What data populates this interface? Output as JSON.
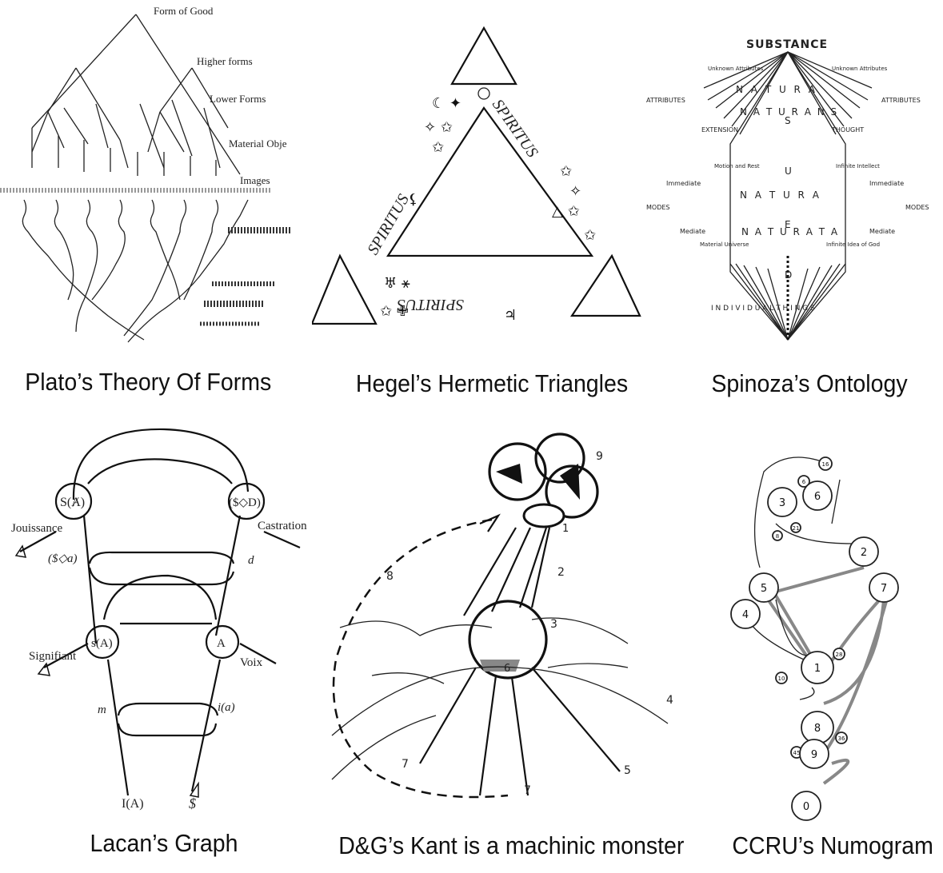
{
  "captions": {
    "plato": "Plato’s Theory Of Forms",
    "hegel": "Hegel’s Hermetic Triangles",
    "spinoza": "Spinoza’s Ontology",
    "lacan": "Lacan’s Graph",
    "dg": "D&G’s Kant is a machinic monster",
    "ccru": "CCRU’s Numogram"
  },
  "plato": {
    "levels": [
      "Form of Good",
      "Higher forms",
      "Lower Forms",
      "Material Obje",
      "Images"
    ]
  },
  "hegel": {
    "spiritus": "SPIRITUS"
  },
  "spinoza": {
    "substance": "SUBSTANCE",
    "attributes_left": "ATTRIBUTES",
    "attributes_right": "ATTRIBUTES",
    "unknown_left": "Unknown Attributes",
    "unknown_right": "Unknown Attributes",
    "natura_top": "N A T U R A",
    "naturans": "N A T U R A N S",
    "extension": "EXTENSION",
    "thought": "THOUGHT",
    "motion": "Motion and Rest",
    "infinite_intellect": "Infinite Intellect",
    "immediate_left": "Immediate",
    "immediate_right": "Immediate",
    "natura_mid": "N A T U R A",
    "modes_left": "MODES",
    "modes_right": "MODES",
    "mediate_left": "Mediate",
    "mediate_right": "Mediate",
    "naturata": "N A T U R A T A",
    "material_universe": "Material Universe",
    "idea_of_god": "Infinite Idea of God",
    "individual_things": "I N D I V I D U A L   T H I N G S",
    "deus_letters": [
      "S",
      "U",
      "E",
      "D"
    ]
  },
  "lacan": {
    "s_barred_a": "S(Ⱥ)",
    "s_diamond_d": "($◇D)",
    "jouissance": "Jouissance",
    "castration": "Castration",
    "s_diamond_a": "($◇a)",
    "d": "d",
    "s_a": "s(A)",
    "a": "A",
    "signifiant": "Signifiant",
    "voix": "Voix",
    "m": "m",
    "i_a": "i(a)",
    "i_big_a": "I(A)",
    "s_barred": "$"
  },
  "dg": {
    "numbers": [
      "9",
      "1",
      "2",
      "8",
      "3",
      "6",
      "4",
      "7",
      "7",
      "5"
    ]
  },
  "ccru": {
    "nodes": [
      "16",
      "6",
      "3",
      "6",
      "8",
      "21",
      "2",
      "5",
      "7",
      "4",
      "1",
      "28",
      "10",
      "8",
      "36",
      "45",
      "9",
      "0"
    ]
  }
}
